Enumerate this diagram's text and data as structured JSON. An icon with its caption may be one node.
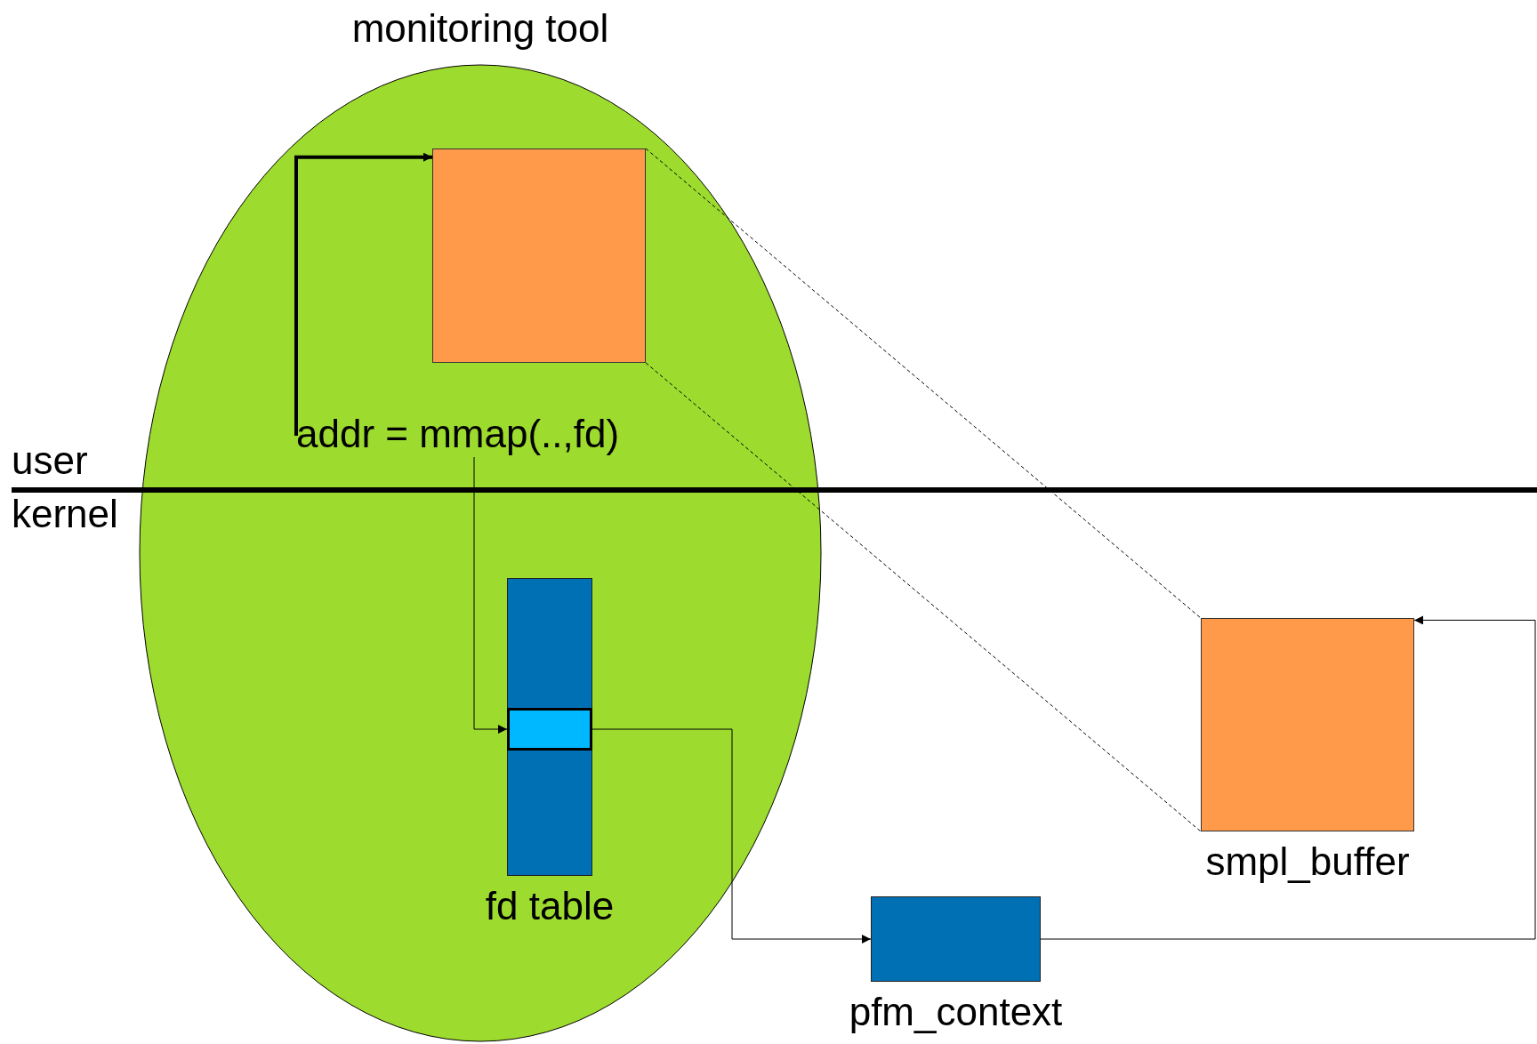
{
  "diagram": {
    "nodes": [
      {
        "text": [
          "monitoring tool"
        ]
      },
      {
        "text": [],
        "shape": "box",
        "in": 0
      },
      {
        "text": [
          "addr = mmap(..,fd)"
        ],
        "in": 0
      },
      {
        "text": [
          "fd table"
        ],
        "in": 0
      },
      {
        "text": [],
        "shape": "box",
        "in": 3
      },
      {
        "text": [
          "smpl_buffer"
        ]
      },
      {
        "text": [
          "pfm_context"
        ]
      }
    ],
    "edges": [
      {
        "from": 2,
        "to": 1,
        "arrow": "to",
        "style": "thick"
      },
      {
        "from": 2,
        "to": 4,
        "arrow": "to"
      },
      {
        "from": 4,
        "to": 6,
        "arrow": "to"
      },
      {
        "from": 6,
        "to": 5,
        "arrow": "to"
      },
      {
        "from": 1,
        "to": 5,
        "arrow": "none",
        "style": "dashed"
      },
      {
        "from": 1,
        "to": 5,
        "arrow": "none",
        "style": "dashed"
      }
    ],
    "labels": [
      "user",
      "kernel"
    ]
  }
}
